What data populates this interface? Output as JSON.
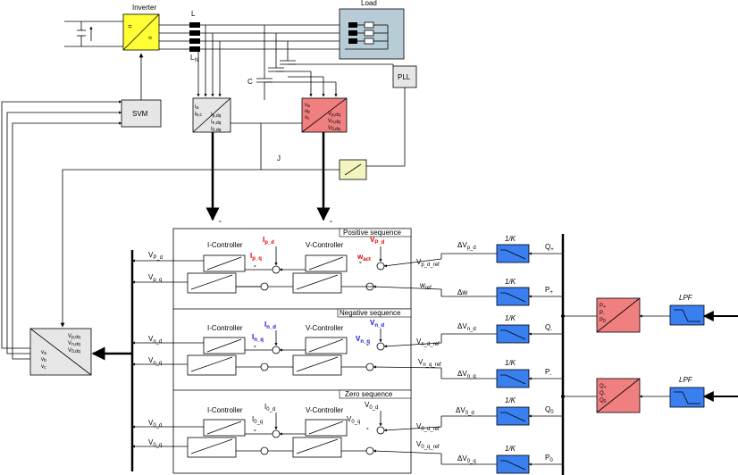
{
  "inverter": {
    "label": "Inverter",
    "symbol_dc": "=",
    "symbol_ac": "≈"
  },
  "load": {
    "label": "Load"
  },
  "filter": {
    "L": "L",
    "LN": "L",
    "LN_sub": "N",
    "C": "C",
    "J": "J"
  },
  "pll": {
    "label": "PLL"
  },
  "svm": {
    "label": "SVM"
  },
  "current_transform": {
    "in1": "i",
    "in1_sub": "a",
    "in2": "i",
    "in2_sub": "b,c",
    "out1": "I",
    "out1_sub": "p,dq",
    "out2": "I",
    "out2_sub": "n,dq",
    "out3": "I",
    "out3_sub": "0,dq"
  },
  "voltage_transform": {
    "in1": "v",
    "in1_sub": "a",
    "in2": "v",
    "in2_sub": "b",
    "in3": "v",
    "in3_sub": "c",
    "out1": "V",
    "out1_sub": "p,dq",
    "out2": "V",
    "out2_sub": "n,dq",
    "out3": "V",
    "out3_sub": "0,dq"
  },
  "inverse_transform": {
    "in1": "V",
    "in1_sub": "p,dq",
    "in2": "V",
    "in2_sub": "n,dq",
    "in3": "V",
    "in3_sub": "0,dq",
    "out1": "v",
    "out1_sub": "a",
    "out2": "v",
    "out2_sub": "b",
    "out3": "v",
    "out3_sub": "c"
  },
  "sections": {
    "positive": "Positive sequence",
    "negative": "Negative sequence",
    "zero": "Zero sequence"
  },
  "controllers": {
    "i": "I-Controller",
    "v": "V-Controller"
  },
  "signs": {
    "minus": "-"
  },
  "positive": {
    "I_d": "I",
    "I_d_sub": "p_d",
    "I_q": "I",
    "I_q_sub": "p_q",
    "V_d": "V",
    "V_d_sub": "P_d",
    "w_act": "w",
    "w_act_sub": "act",
    "out_d": "V",
    "out_d_sub": "P_d",
    "out_q": "V",
    "out_q_sub": "p_q",
    "ref_d": "V",
    "ref_d_sub": "p_d_ref",
    "w_ref": "w",
    "w_ref_sub": "ref",
    "dv": "ΔV",
    "dv_sub": "p_d",
    "dw": "Δw",
    "q": "Q",
    "q_sub": "+",
    "p": "P",
    "p_sub": "+"
  },
  "negative": {
    "I_d": "I",
    "I_d_sub": "n_d",
    "I_q": "I",
    "I_q_sub": "n_q",
    "V_d": "V",
    "V_d_sub": "n_d",
    "V_q": "V",
    "V_q_sub": "n_q",
    "out_d": "V",
    "out_d_sub": "n_d",
    "out_q": "V",
    "out_q_sub": "n_q",
    "ref_d": "V",
    "ref_d_sub": "n_d_ref",
    "ref_q": "V",
    "ref_q_sub": "n_q_ref",
    "dv_d": "ΔV",
    "dv_d_sub": "n_d",
    "dv_q": "ΔV",
    "dv_q_sub": "n_q",
    "q": "Q",
    "q_sub": "-",
    "p": "P",
    "p_sub": "-"
  },
  "zero": {
    "I_d": "I",
    "I_d_sub": "0_d",
    "I_q": "I",
    "I_q_sub": "0_q",
    "V_d": "V",
    "V_d_sub": "0_d",
    "V_q": "V",
    "V_q_sub": "0_q",
    "out_d": "V",
    "out_d_sub": "0_d",
    "out_q": "V",
    "out_q_sub": "0_q",
    "ref_d": "V",
    "ref_d_sub": "0_d_ref",
    "ref_q": "V",
    "ref_q_sub": "0_q_ref",
    "dv_d": "ΔV",
    "dv_d_sub": "0_d",
    "dv_q": "ΔV",
    "dv_q_sub": "0_q",
    "q": "Q",
    "q_sub": "0",
    "p": "P",
    "p_sub": "0"
  },
  "gain": {
    "label": "1/K"
  },
  "lpf": {
    "label": "LPF"
  },
  "power_calc_top": {
    "o1": "P",
    "o1_sub": "+",
    "o2": "P",
    "o2_sub": "-",
    "o3": "P",
    "o3_sub": "0"
  },
  "power_calc_bot": {
    "o1": "Q",
    "o1_sub": "+",
    "o2": "Q",
    "o2_sub": "-",
    "o3": "Q",
    "o3_sub": "0"
  },
  "colors": {
    "inverter": "#ffff33",
    "load": "#b8ccd8",
    "voltage_block": "#f08080",
    "current_block": "#e6e6e6",
    "gain_block": "#3a7ff0",
    "j_block": "#f4f4c0"
  }
}
